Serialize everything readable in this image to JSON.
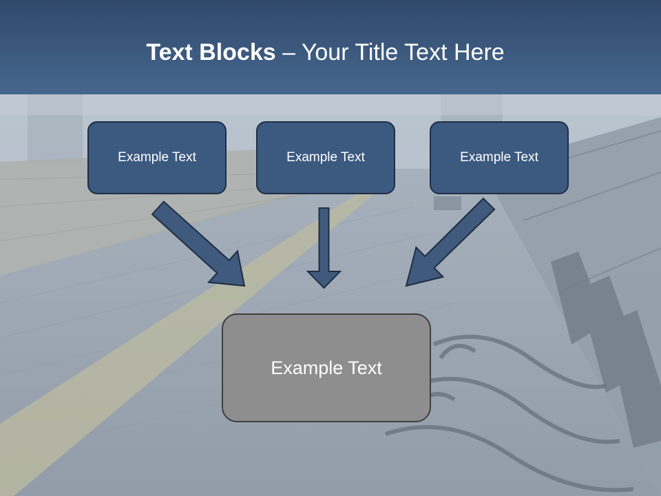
{
  "title": {
    "bold": "Text Blocks",
    "rest": " – Your Title Text Here"
  },
  "boxes": {
    "left": "Example Text",
    "middle": "Example Text",
    "right": "Example Text",
    "center": "Example Text"
  },
  "colors": {
    "title_bar": "#3a5a80",
    "box_fill": "#3c5a80",
    "box_border": "#1e2e44",
    "center_fill": "#8e8e8e",
    "arrow_fill": "#3f5a7c"
  },
  "icons": {
    "arrows": [
      "arrow-down-right-icon",
      "arrow-down-icon",
      "arrow-down-left-icon"
    ]
  }
}
